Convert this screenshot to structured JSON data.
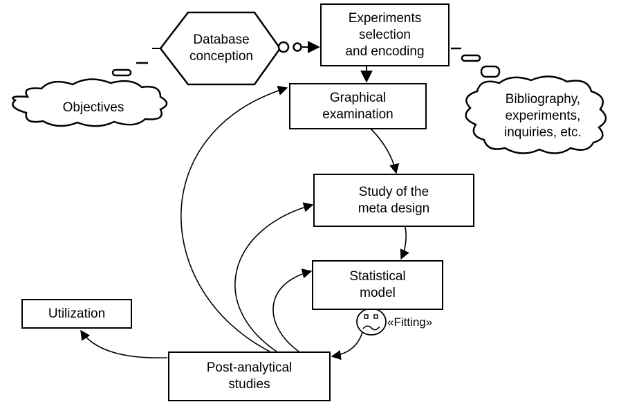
{
  "nodes": {
    "database": "Database\nconception",
    "experiments": "Experiments\nselection\nand encoding",
    "graphical": "Graphical\nexamination",
    "meta": "Study of the\nmeta design",
    "statistical": "Statistical\nmodel",
    "utilization": "Utilization",
    "post": "Post-analytical\nstudies"
  },
  "clouds": {
    "objectives": "Objectives",
    "bibliography": "Bibliography,\nexperiments,\ninquiries, etc."
  },
  "annotations": {
    "fitting": "«Fitting»"
  },
  "colors": {
    "stroke": "#000000",
    "fill": "#ffffff"
  }
}
